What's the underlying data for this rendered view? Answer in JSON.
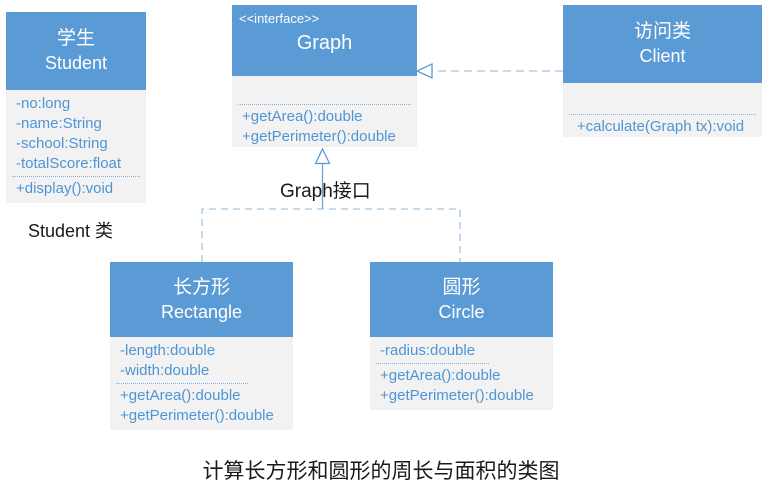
{
  "colors": {
    "header_blue": "#5B9BD5",
    "body_gray": "#F2F2F2",
    "member_text_blue": "#4E95D5",
    "dashed_connector": "#A3C4E4",
    "arrow_line": "#6EA4D8",
    "arrow_outline": "#5B9BD5",
    "label_text": "#1a1a1a"
  },
  "classes": {
    "student": {
      "name_cn": "学生",
      "name_en": "Student",
      "attributes": [
        "-no:long",
        "-name:String",
        "-school:String",
        "-totalScore:float"
      ],
      "methods": [
        "+display():void"
      ]
    },
    "graph": {
      "stereotype": "<<interface>>",
      "name_en": "Graph",
      "attributes": [],
      "methods": [
        "+getArea():double",
        "+getPerimeter():double"
      ]
    },
    "client": {
      "name_cn": "访问类",
      "name_en": "Client",
      "attributes": [],
      "methods": [
        "+calculate(Graph tx):void"
      ]
    },
    "rectangle": {
      "name_cn": "长方形",
      "name_en": "Rectangle",
      "attributes": [
        "-length:double",
        "-width:double"
      ],
      "methods": [
        "+getArea():double",
        "+getPerimeter():double"
      ]
    },
    "circle": {
      "name_cn": "圆形",
      "name_en": "Circle",
      "attributes": [
        "-radius:double"
      ],
      "methods": [
        "+getArea():double",
        "+getPerimeter():double"
      ]
    }
  },
  "relations": {
    "client_to_graph": "dashed dependency with hollow triangle pointing at Graph right edge",
    "rectangle_circle_to_graph": "dashed lines joining to solid line with hollow triangle pointing at Graph bottom"
  },
  "labels": {
    "student_note": "Student 类",
    "graph_note": "Graph接口",
    "caption": "计算长方形和圆形的周长与面积的类图"
  }
}
